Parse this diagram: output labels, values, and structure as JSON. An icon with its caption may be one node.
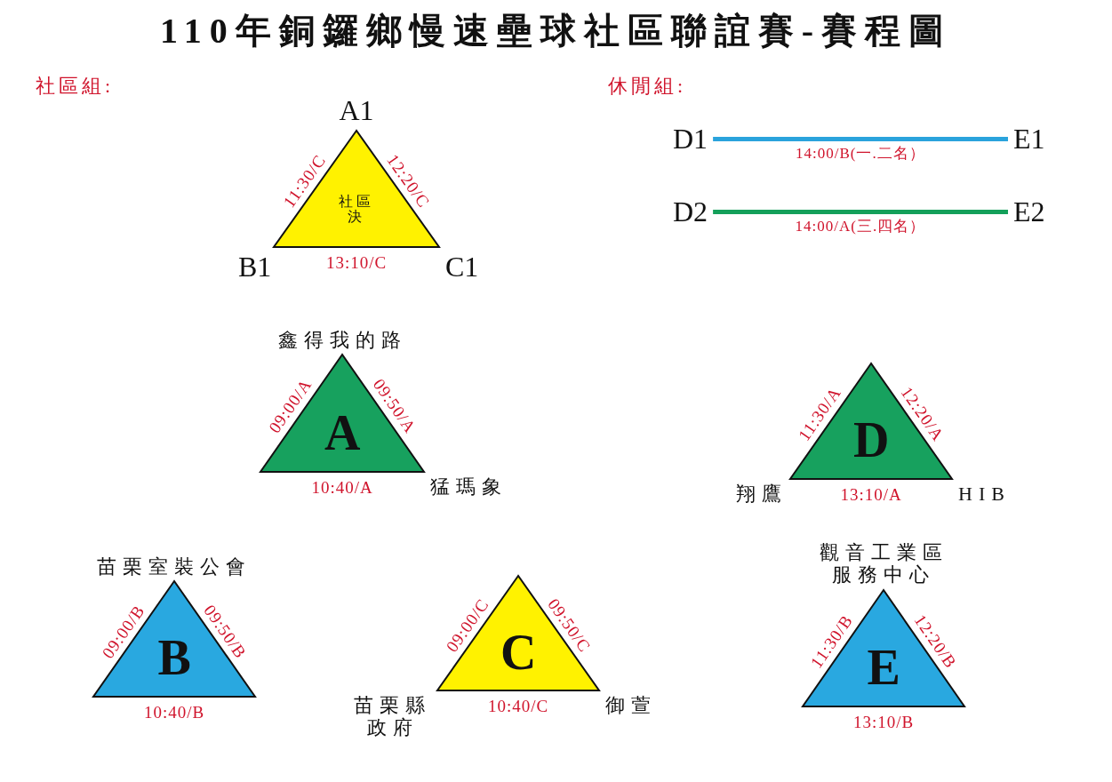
{
  "diagram": {
    "title": "110年銅鑼鄉慢速壘球社區聯誼賽-賽程圖",
    "nodes": [
      {
        "text": [
          "社區決"
        ],
        "beside": [
          "A1",
          "11:30/C",
          "12:20/C",
          "B1",
          "13:10/C",
          "C1"
        ]
      },
      {
        "text": [
          "D1"
        ]
      },
      {
        "text": [
          "E1"
        ]
      },
      {
        "text": [
          "D2"
        ]
      },
      {
        "text": [
          "E2"
        ]
      },
      {
        "text": [
          "A"
        ],
        "beside": [
          "鑫得我的路",
          "09:00/A",
          "09:50/A",
          "10:40/A",
          "猛瑪象"
        ]
      },
      {
        "text": [
          "D"
        ],
        "beside": [
          "11:30/A",
          "12:20/A",
          "翔鷹",
          "13:10/A",
          "HIB"
        ]
      },
      {
        "text": [
          "B"
        ],
        "beside": [
          "苗栗室裝公會",
          "09:00/B",
          "09:50/B",
          "10:40/B"
        ]
      },
      {
        "text": [
          "C"
        ],
        "beside": [
          "09:00/C",
          "09:50/C",
          "苗栗縣政府",
          "10:40/C",
          "御萱"
        ]
      },
      {
        "text": [
          "E"
        ],
        "beside": [
          "觀音工業區服務中心",
          "11:30/B",
          "12:20/B",
          "13:10/B"
        ]
      }
    ],
    "edges": [
      {
        "from": 1,
        "to": 2,
        "arrow": "none",
        "label": "14:00/B(一.二名）",
        "color": "#2aa3dc"
      },
      {
        "from": 3,
        "to": 4,
        "arrow": "none",
        "label": "14:00/A(三.四名）",
        "color": "#14a05a"
      }
    ],
    "labels": [
      "社區組:",
      "休閒組:"
    ]
  }
}
